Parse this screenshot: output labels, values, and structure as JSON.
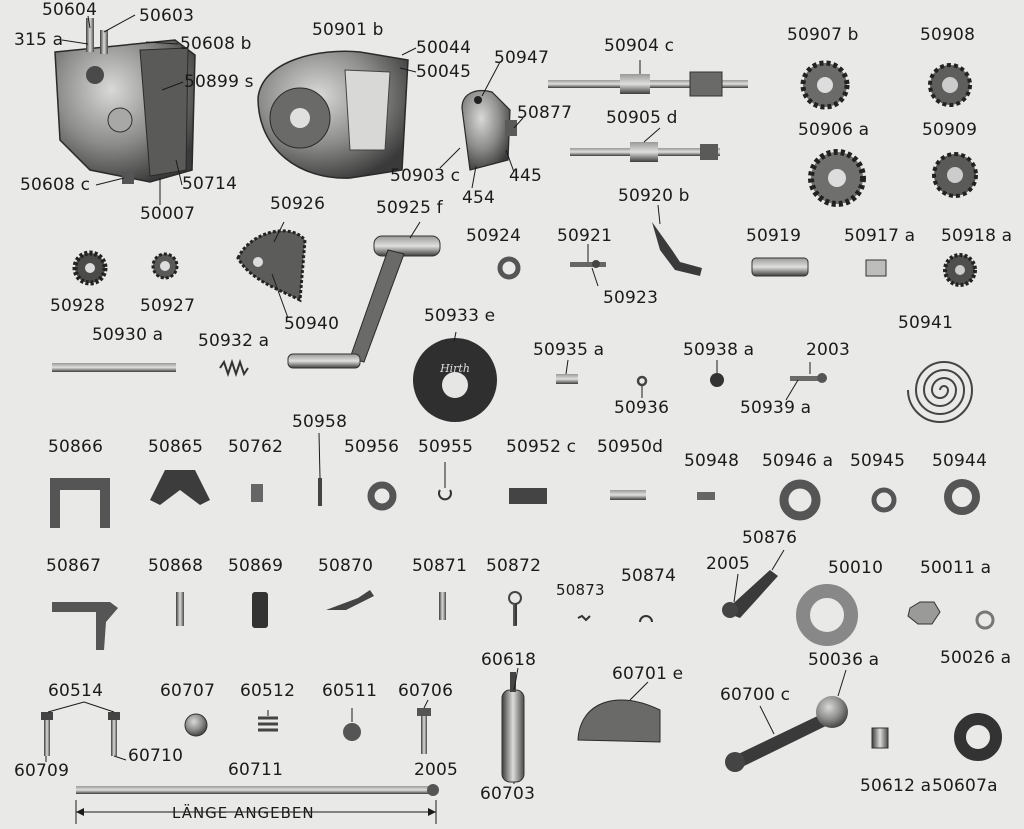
{
  "labels": {
    "l50604": "50604",
    "l315a": "315 a",
    "l50603": "50603",
    "l50608b": "50608 b",
    "l50899s": "50899 s",
    "l50608c": "50608 c",
    "l50714": "50714",
    "l50007": "50007",
    "l50901b": "50901 b",
    "l50044": "50044",
    "l50045": "50045",
    "l50947": "50947",
    "l50877": "50877",
    "l50903c": "50903 c",
    "l454": "454",
    "l445": "445",
    "l50904c": "50904 c",
    "l50905d": "50905 d",
    "l50907b": "50907 b",
    "l50908": "50908",
    "l50906a": "50906 a",
    "l50909": "50909",
    "l50926": "50926",
    "l50925f": "50925 f",
    "l50924": "50924",
    "l50921": "50921",
    "l50923": "50923",
    "l50920b": "50920 b",
    "l50919": "50919",
    "l50917a": "50917 a",
    "l50918a": "50918 a",
    "l50928": "50928",
    "l50927": "50927",
    "l50940": "50940",
    "l50930a": "50930 a",
    "l50932a": "50932 a",
    "l50933e": "50933 e",
    "l50935a": "50935 a",
    "l50936": "50936",
    "l50938a": "50938 a",
    "l2003": "2003",
    "l50939a": "50939 a",
    "l50941": "50941",
    "l50866": "50866",
    "l50865": "50865",
    "l50762": "50762",
    "l50958": "50958",
    "l50956": "50956",
    "l50955": "50955",
    "l50952c": "50952 c",
    "l50950d": "50950d",
    "l50948": "50948",
    "l50946a": "50946 a",
    "l50945": "50945",
    "l50944": "50944",
    "l50867": "50867",
    "l50868": "50868",
    "l50869": "50869",
    "l50870": "50870",
    "l50871": "50871",
    "l50872": "50872",
    "l50873": "50873",
    "l50874": "50874",
    "l50876": "50876",
    "l2005a": "2005",
    "l50010": "50010",
    "l50011a": "50011 a",
    "l50026a": "50026 a",
    "l60618": "60618",
    "l60701e": "60701 e",
    "l50036a": "50036 a",
    "l60700c": "60700 c",
    "l60514": "60514",
    "l60707": "60707",
    "l60512": "60512",
    "l60511": "60511",
    "l60706": "60706",
    "l60709": "60709",
    "l60710": "60710",
    "l60703": "60703",
    "l50612a": "50612 a",
    "l50607a": "50607a",
    "l60711": "60711",
    "l2005b": "2005"
  },
  "length_note": "LÄNGE ANGEBEN",
  "decal_text": "Hirth",
  "colors": {
    "paper": "#e9e9e7",
    "ink": "#1b1b1b",
    "metal_dark": "#3a3a3a",
    "metal_mid": "#7a7a7a",
    "metal_light": "#c4c4c2"
  }
}
